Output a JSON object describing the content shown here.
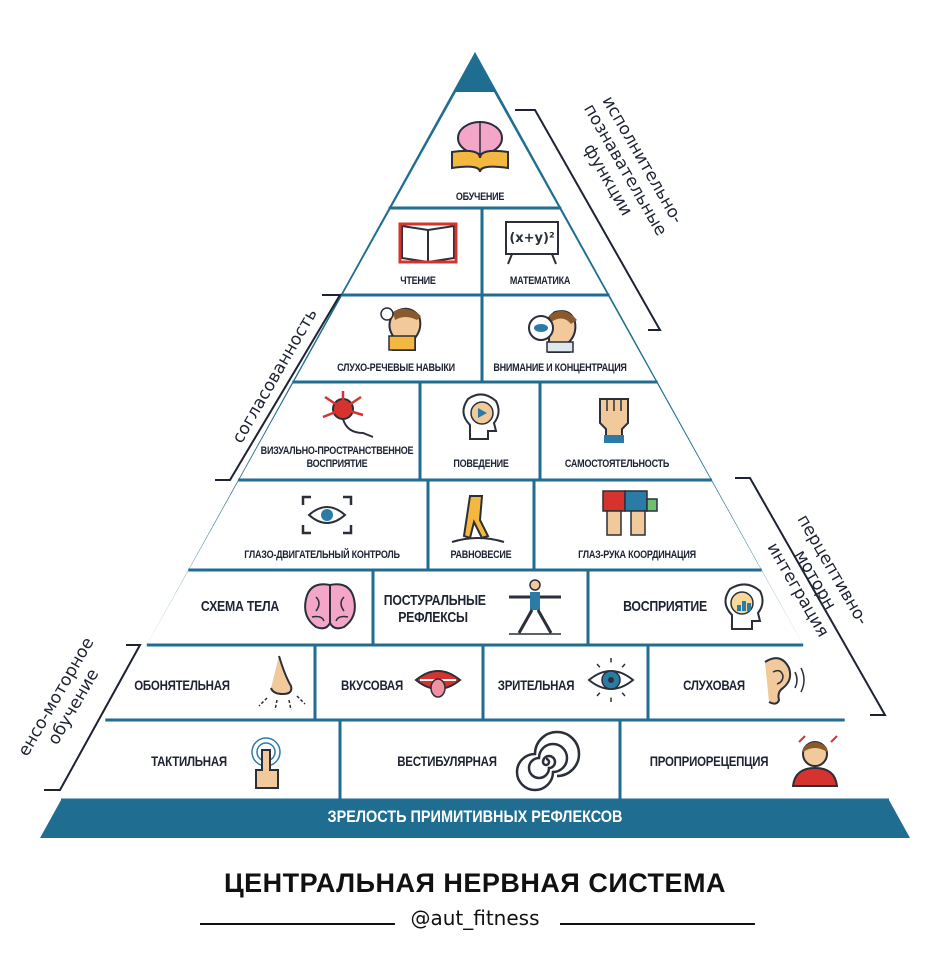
{
  "colors": {
    "accent": "#1f6e91",
    "ink": "#1d2333",
    "line": "#2a2f3a",
    "red": "#d6332f",
    "skin": "#f2c99a",
    "yellow": "#f4b740",
    "blue": "#2a7ca6"
  },
  "pyramid": {
    "rows": [
      {
        "name": "row-learning",
        "cells": [
          {
            "label": "ОБУЧЕНИЕ",
            "icon": "brain-book-icon"
          }
        ]
      },
      {
        "name": "row-reading-math",
        "cells": [
          {
            "label": "ЧТЕНИЕ",
            "icon": "open-book-icon"
          },
          {
            "label": "МАТЕМАТИКА",
            "icon": "chalkboard-formula-icon"
          }
        ]
      },
      {
        "name": "row-speech-attention",
        "cells": [
          {
            "label": "СЛУХО-РЕЧЕВЫЕ НАВЫКИ",
            "icon": "speaking-head-icon"
          },
          {
            "label": "ВНИМАНИЕ И КОНЦЕНТРАЦИЯ",
            "icon": "magnifier-eye-icon"
          }
        ]
      },
      {
        "name": "row-visual-behavior",
        "cells": [
          {
            "label": "ВИЗУАЛЬНО-ПРОСТРАНСТВЕННОЕ ВОСПРИЯТИЕ",
            "icon": "neuron-icon"
          },
          {
            "label": "ПОВЕДЕНИЕ",
            "icon": "head-play-icon"
          },
          {
            "label": "САМОСТОЯТЕЛЬНОСТЬ",
            "icon": "raised-fist-icon"
          }
        ]
      },
      {
        "name": "row-eye-balance-hand",
        "cells": [
          {
            "label": "ГЛАЗО-ДВИГАТЕЛЬНЫЙ КОНТРОЛЬ",
            "icon": "eye-frame-icon"
          },
          {
            "label": "РАВНОВЕСИЕ",
            "icon": "balancing-legs-icon"
          },
          {
            "label": "ГЛАЗ-РУКА КООРДИНАЦИЯ",
            "icon": "puzzle-hands-icon"
          }
        ]
      },
      {
        "name": "row-body-posture-perception",
        "cells": [
          {
            "label": "СХЕМА ТЕЛА",
            "icon": "brain-icon"
          },
          {
            "label": "ПОСТУРАЛЬНЫЕ РЕФЛЕКСЫ",
            "icon": "human-pose-icon"
          },
          {
            "label": "ВОСПРИЯТИЕ",
            "icon": "head-chart-icon"
          }
        ]
      },
      {
        "name": "row-senses",
        "cells": [
          {
            "label": "ОБОНЯТЕЛЬНАЯ",
            "icon": "nose-icon"
          },
          {
            "label": "ВКУСОВАЯ",
            "icon": "mouth-tongue-icon"
          },
          {
            "label": "ЗРИТЕЛЬНАЯ",
            "icon": "eye-icon"
          },
          {
            "label": "СЛУХОВАЯ",
            "icon": "ear-icon"
          }
        ]
      },
      {
        "name": "row-tactile",
        "cells": [
          {
            "label": "ТАКТИЛЬНАЯ",
            "icon": "finger-touch-icon"
          },
          {
            "label": "ВЕСТИБУЛЯРНАЯ",
            "icon": "spiral-icon"
          },
          {
            "label": "ПРОПРИОРЕЦЕПЦИЯ",
            "icon": "person-head-icon"
          }
        ]
      }
    ],
    "base_label": "ЗРЕЛОСТЬ ПРИМИТИВНЫХ РЕФЛЕКСОВ"
  },
  "side_labels": {
    "executive": "исполнительно- познавательные функции",
    "coordination": "согласованность",
    "perceptual": "перцептивно-моторн интеграция",
    "sensomotor": "енсо-моторное обучение"
  },
  "title": "ЦЕНТРАЛЬНАЯ НЕРВНАЯ СИСТЕМА",
  "handle": "@aut_fitness"
}
